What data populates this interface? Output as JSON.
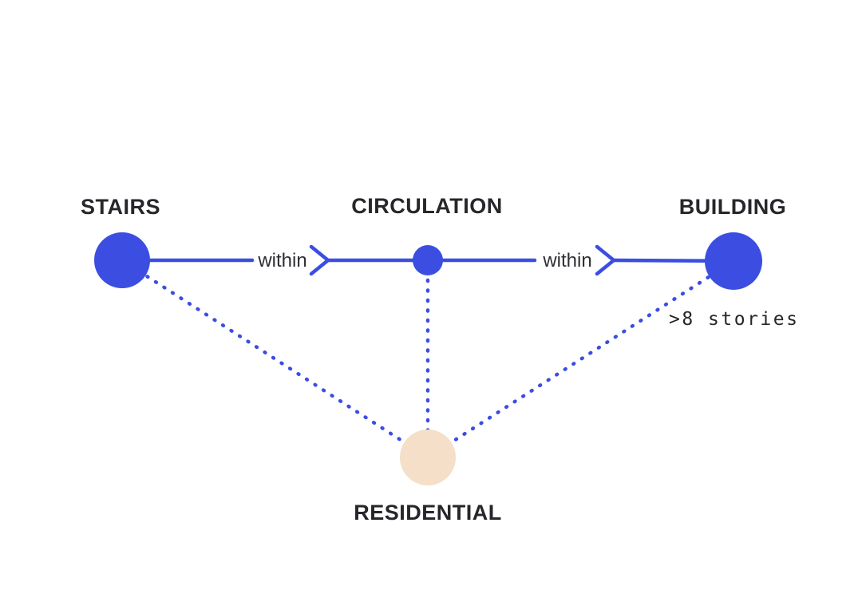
{
  "colors": {
    "node_blue": "#3B4EE1",
    "node_peach": "#F5DFC8",
    "edge_blue": "#3B4EE1",
    "label_text": "#26262B"
  },
  "nodes": {
    "stairs": {
      "label": "STAIRS"
    },
    "circulation": {
      "label": "CIRCULATION"
    },
    "building": {
      "label": "BUILDING"
    },
    "residential": {
      "label": "RESIDENTIAL"
    }
  },
  "edges": {
    "stairs_circulation": {
      "label": "within",
      "style": "solid-directed"
    },
    "circulation_building": {
      "label": "within",
      "style": "solid-directed"
    },
    "stairs_residential": {
      "style": "dotted"
    },
    "circulation_residential": {
      "style": "dotted"
    },
    "building_residential": {
      "label": ">8 stories",
      "style": "dotted"
    }
  }
}
